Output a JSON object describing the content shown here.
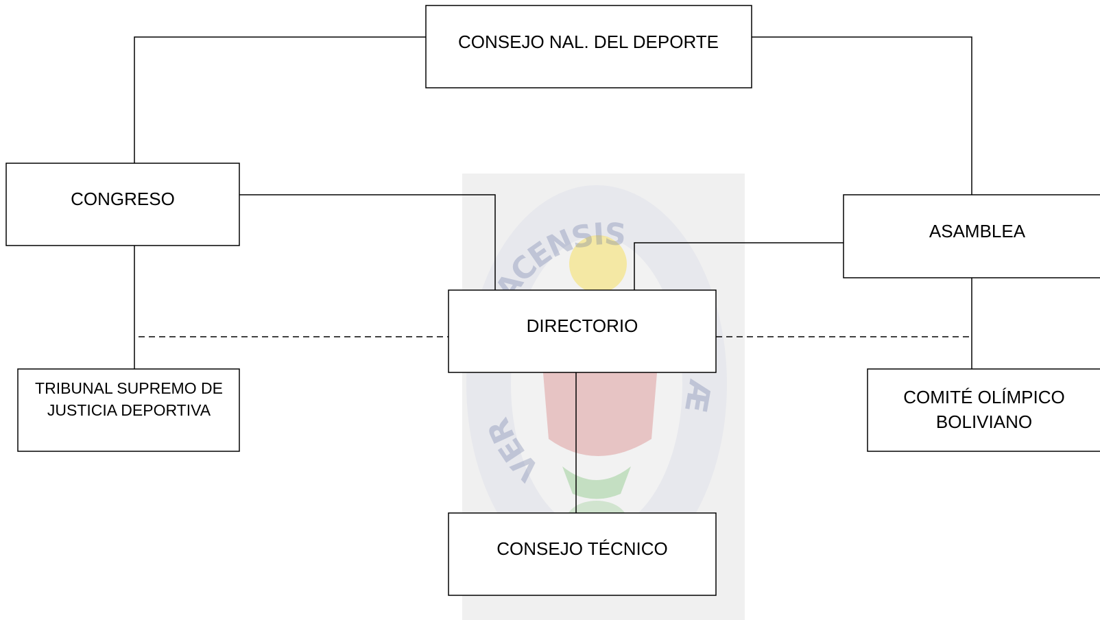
{
  "nodes": {
    "consejo_nacional": "CONSEJO NAL. DEL DEPORTE",
    "congreso": "CONGRESO",
    "asamblea": "ASAMBLEA",
    "directorio": "DIRECTORIO",
    "tribunal_line1": "TRIBUNAL SUPREMO DE",
    "tribunal_line2": "JUSTICIA DEPORTIVA",
    "comite_line1": "COMITÉ OLÍMPICO",
    "comite_line2": "BOLIVIANO",
    "consejo_tecnico": "CONSEJO  TÉCNICO"
  },
  "watermark": {
    "arc_top": "MAJOR PACENSIS",
    "arc_left": "UNIVER",
    "arc_right": "DRE Æ"
  },
  "colors": {
    "line": "#000000",
    "box_fill": "#ffffff",
    "watermark_bg": "#f0f0f0",
    "watermark_letters": "#5b6a9c",
    "watermark_sun": "#f5e27a",
    "watermark_shield_red": "#d98b8b",
    "watermark_shield_green": "#9fcf9a"
  }
}
